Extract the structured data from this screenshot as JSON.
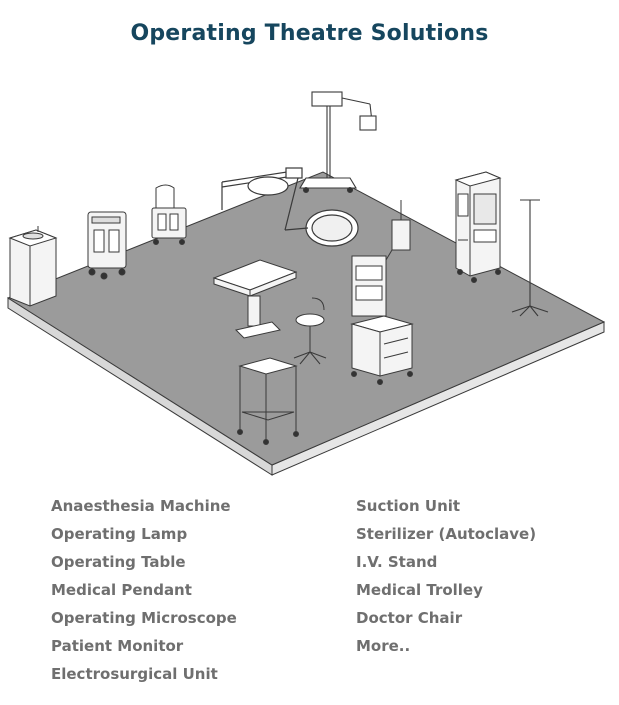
{
  "header": {
    "title": "Operating Theatre Solutions"
  },
  "illustration": {
    "subject": "operating-theatre-floor-with-equipment",
    "colors": {
      "floor_top": "#9b9b9b",
      "floor_side": "#d8d8d8",
      "line": "#3a3a3a",
      "equipment_fill": "#f4f4f4"
    }
  },
  "equipment_list": {
    "left": [
      "Anaesthesia Machine",
      "Operating Lamp",
      "Operating Table",
      "Medical Pendant",
      "Operating Microscope",
      "Patient Monitor",
      "Electrosurgical Unit"
    ],
    "right": [
      "Suction Unit",
      "Sterilizer (Autoclave)",
      "I.V. Stand",
      "Medical Trolley",
      "Doctor Chair",
      "More.."
    ]
  },
  "colors": {
    "title": "#16465e",
    "list_text": "#6f6f6f"
  }
}
